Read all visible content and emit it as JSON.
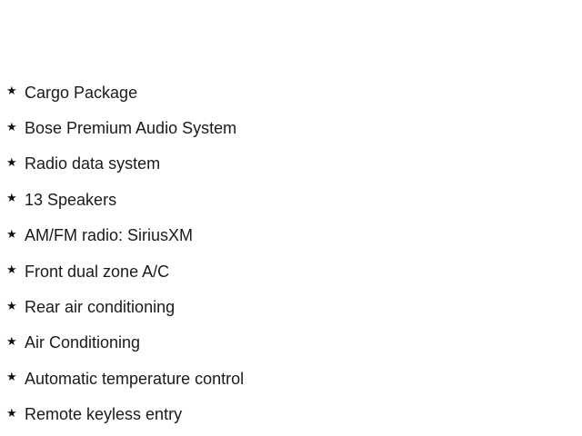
{
  "features": {
    "icon": "star-icon",
    "items": [
      {
        "label": "Cargo Package"
      },
      {
        "label": "Bose Premium Audio System"
      },
      {
        "label": "Radio data system"
      },
      {
        "label": "13 Speakers"
      },
      {
        "label": "AM/FM radio: SiriusXM"
      },
      {
        "label": "Front dual zone A/C"
      },
      {
        "label": "Rear air conditioning"
      },
      {
        "label": "Air Conditioning"
      },
      {
        "label": "Automatic temperature control"
      },
      {
        "label": "Remote keyless entry"
      }
    ]
  }
}
